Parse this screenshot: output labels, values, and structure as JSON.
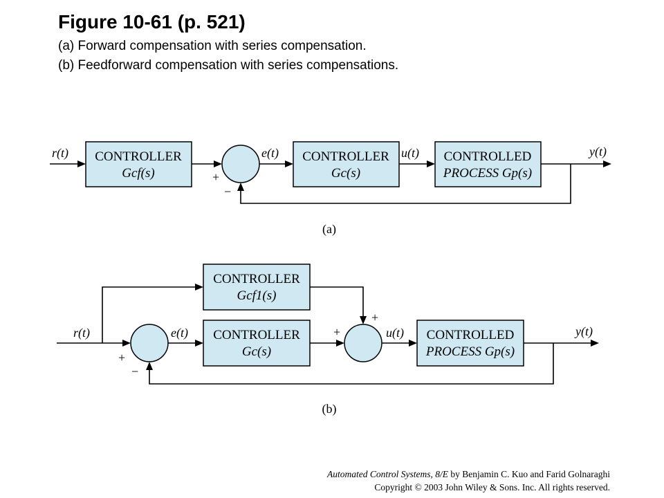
{
  "header": {
    "title": "Figure 10-61  (p. 521)",
    "caption_a": "(a) Forward compensation with series compensation.",
    "caption_b": "(b) Feedforward compensation with series compensations."
  },
  "diagram_a": {
    "label": "(a)",
    "input_signal": "r(t)",
    "error_signal": "e(t)",
    "control_signal": "u(t)",
    "output_signal": "y(t)",
    "sum_signs": {
      "plus": "+",
      "minus": "−"
    },
    "blocks": {
      "prefilter": {
        "title": "CONTROLLER",
        "tf": "Gcf(s)"
      },
      "controller": {
        "title": "CONTROLLER",
        "tf": "Gc(s)"
      },
      "process": {
        "title": "CONTROLLED",
        "tf": "PROCESS Gp(s)"
      }
    }
  },
  "diagram_b": {
    "label": "(b)",
    "input_signal": "r(t)",
    "error_signal": "e(t)",
    "control_signal": "u(t)",
    "output_signal": "y(t)",
    "sum1_signs": {
      "plus": "+",
      "minus": "−"
    },
    "sum2_signs": {
      "plus_left": "+",
      "plus_top": "+"
    },
    "blocks": {
      "feedforward": {
        "title": "CONTROLLER",
        "tf": "Gcf1(s)"
      },
      "controller": {
        "title": "CONTROLLER",
        "tf": "Gc(s)"
      },
      "process": {
        "title": "CONTROLLED",
        "tf": "PROCESS Gp(s)"
      }
    }
  },
  "footer": {
    "book": "Automated Control Systems, 8/E",
    "authors": " by Benjamin C. Kuo and Farid Golnaraghi",
    "copyright": "Copyright © 2003 John Wiley & Sons. Inc. All rights reserved."
  },
  "colors": {
    "block_fill": "#cfe8f2",
    "line": "#000000"
  }
}
